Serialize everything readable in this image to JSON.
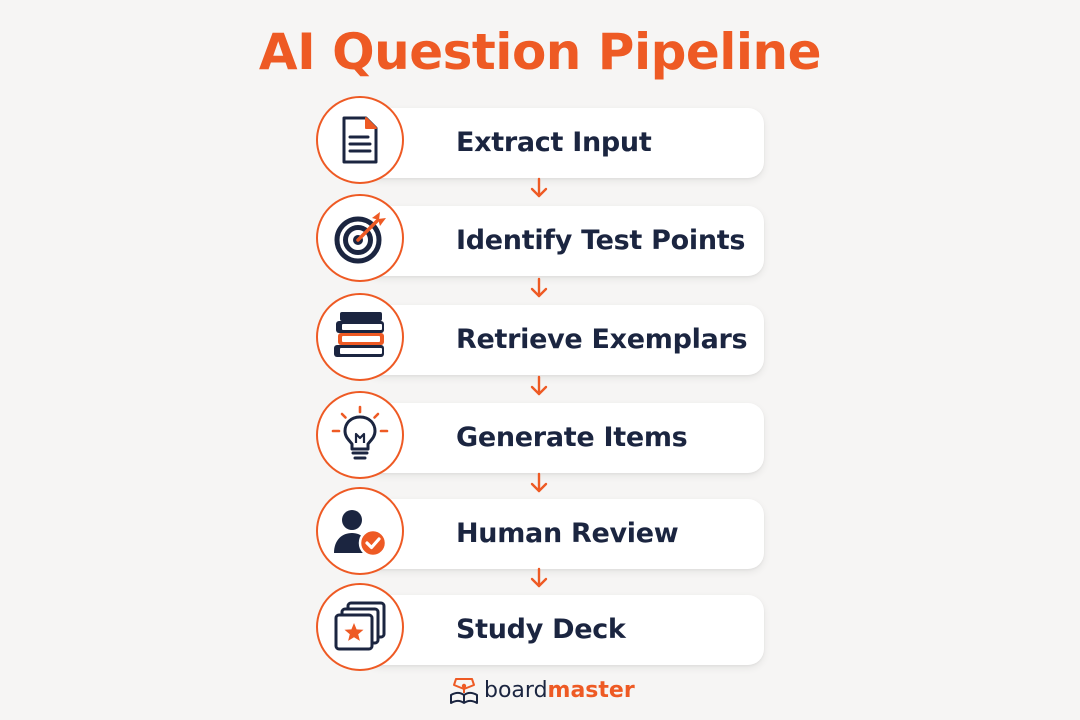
{
  "title": "AI Question Pipeline",
  "colors": {
    "accent": "#ee5a24",
    "navy": "#1b2540",
    "background": "#f6f5f4",
    "card": "#ffffff"
  },
  "steps": [
    {
      "label": "Extract Input",
      "icon": "document-icon"
    },
    {
      "label": "Identify Test Points",
      "icon": "target-icon"
    },
    {
      "label": "Retrieve Exemplars",
      "icon": "books-icon"
    },
    {
      "label": "Generate Items",
      "icon": "lightbulb-icon"
    },
    {
      "label": "Human Review",
      "icon": "user-check-icon"
    },
    {
      "label": "Study Deck",
      "icon": "cards-icon"
    }
  ],
  "brand": {
    "part1": "board",
    "part2": "master",
    "icon": "logo-icon"
  }
}
